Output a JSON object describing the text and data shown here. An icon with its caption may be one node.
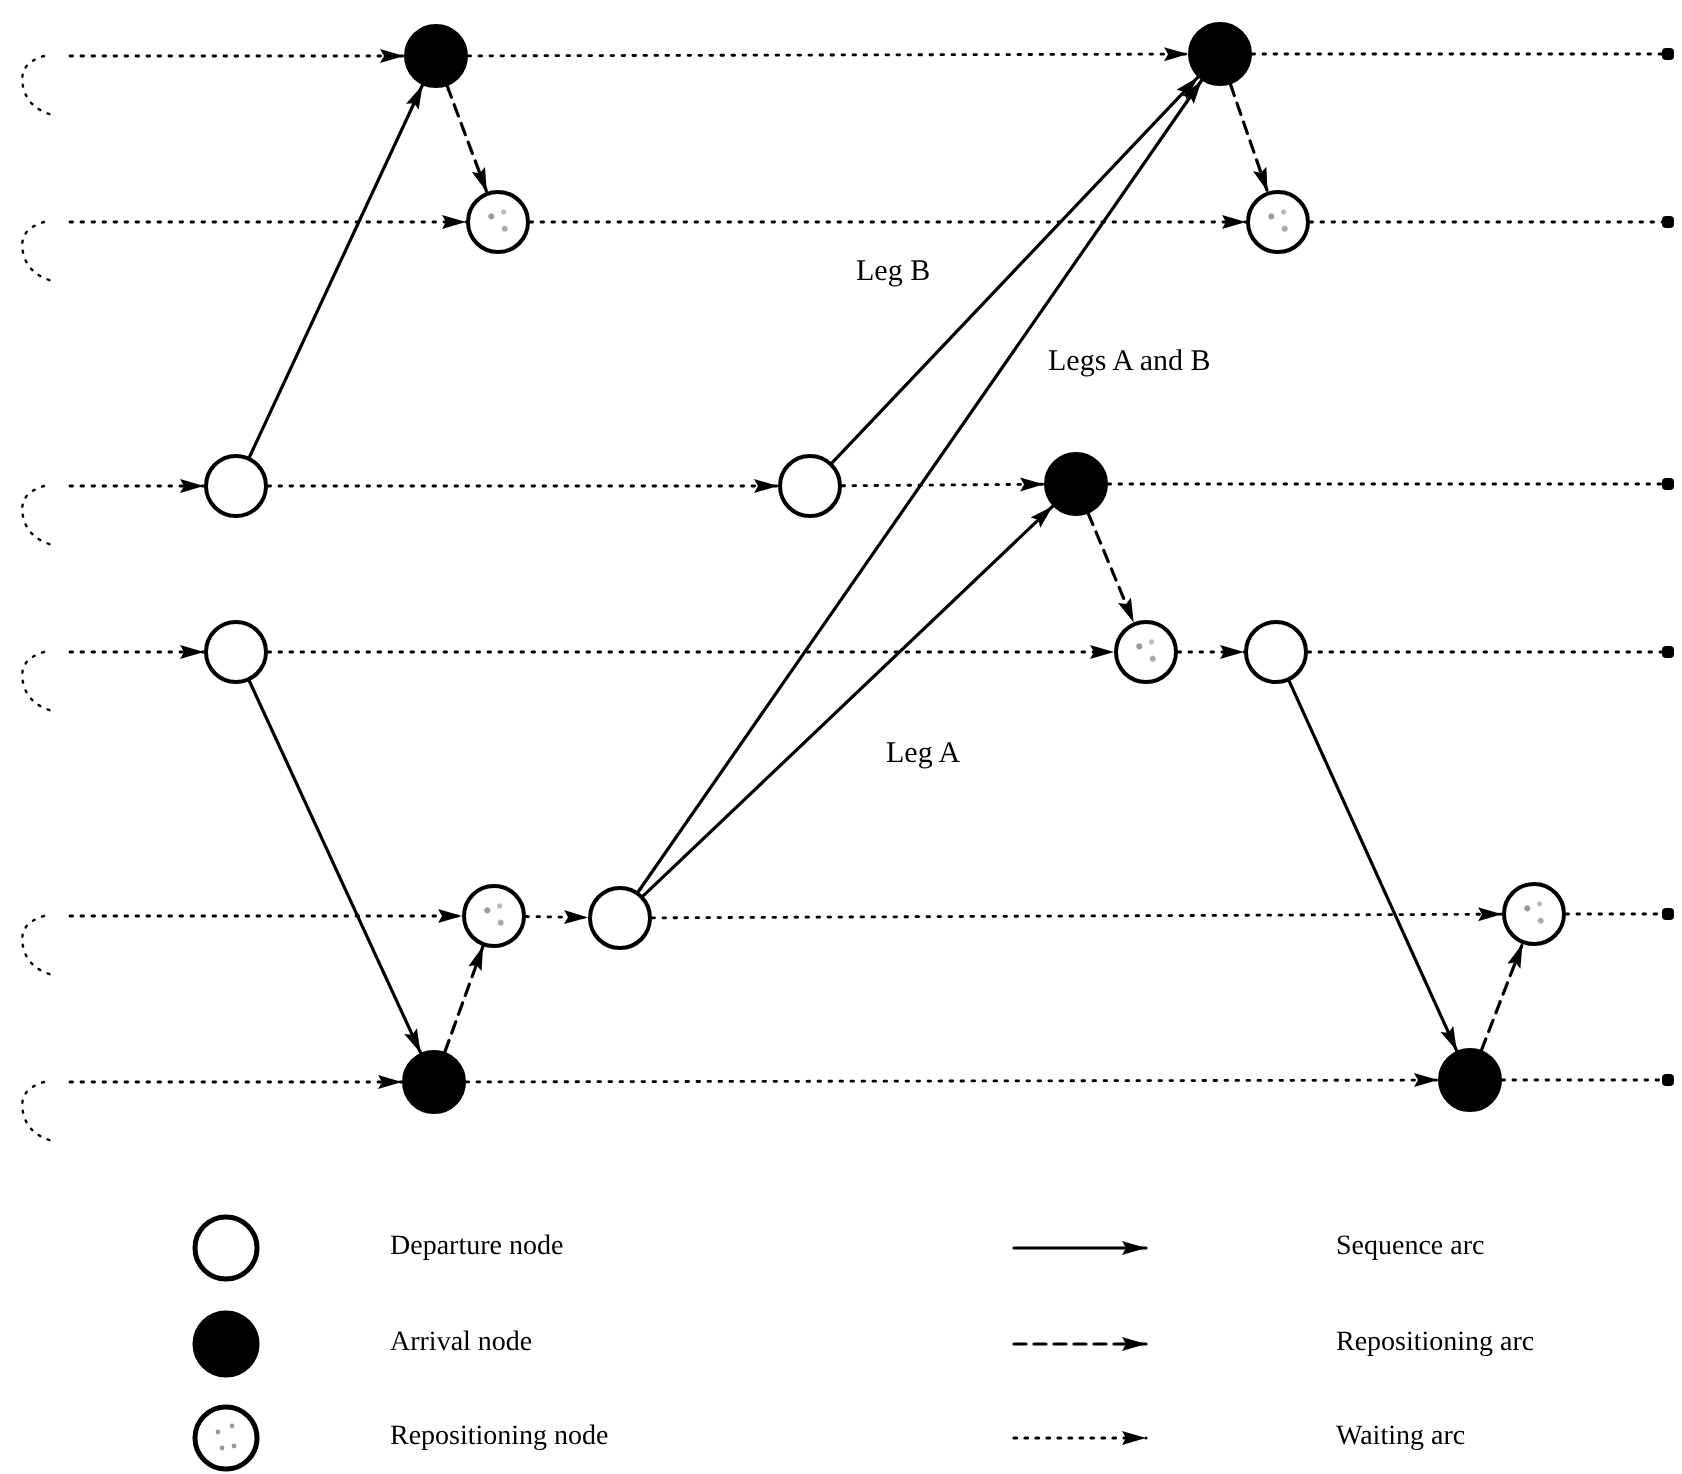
{
  "diagram": {
    "nodes": [
      {
        "text": [],
        "shape": "disc"
      },
      {
        "text": [],
        "shape": "disc"
      },
      {
        "text": [],
        "shape": "stippled"
      },
      {
        "text": [],
        "shape": "stippled"
      },
      {
        "text": [],
        "shape": "circle"
      },
      {
        "text": [],
        "shape": "circle"
      },
      {
        "text": [],
        "shape": "disc"
      },
      {
        "text": [],
        "shape": "circle"
      },
      {
        "text": [],
        "shape": "stippled"
      },
      {
        "text": [],
        "shape": "circle"
      },
      {
        "text": [],
        "shape": "stippled"
      },
      {
        "text": [],
        "shape": "circle"
      },
      {
        "text": [],
        "shape": "stippled"
      },
      {
        "text": [],
        "shape": "disc"
      },
      {
        "text": [],
        "shape": "disc"
      }
    ],
    "edges": [
      {
        "from": 4,
        "to": 0,
        "arrow": "to"
      },
      {
        "from": 5,
        "to": 1,
        "arrow": "to",
        "label": "Leg B"
      },
      {
        "from": 11,
        "to": 1,
        "arrow": "to",
        "label": "Legs A and B"
      },
      {
        "from": 11,
        "to": 6,
        "arrow": "to",
        "label": "Leg A"
      },
      {
        "from": 7,
        "to": 13,
        "arrow": "to"
      },
      {
        "from": 9,
        "to": 14,
        "arrow": "to"
      },
      {
        "from": 0,
        "to": 2,
        "arrow": "to",
        "style": "dashed"
      },
      {
        "from": 1,
        "to": 3,
        "arrow": "to",
        "style": "dashed"
      },
      {
        "from": 6,
        "to": 8,
        "arrow": "to",
        "style": "dashed"
      },
      {
        "from": 13,
        "to": 10,
        "arrow": "to",
        "style": "dashed"
      },
      {
        "from": 14,
        "to": 12,
        "arrow": "to",
        "style": "dashed"
      },
      {
        "from": null,
        "to": 0,
        "arrow": "to",
        "style": "dashed"
      },
      {
        "from": 0,
        "to": 1,
        "arrow": "to",
        "style": "dashed"
      },
      {
        "from": 1,
        "to": null,
        "arrow": "other",
        "style": "dashed"
      },
      {
        "from": null,
        "to": 2,
        "arrow": "to",
        "style": "dashed"
      },
      {
        "from": 2,
        "to": 3,
        "arrow": "to",
        "style": "dashed"
      },
      {
        "from": 3,
        "to": null,
        "arrow": "other",
        "style": "dashed"
      },
      {
        "from": null,
        "to": 4,
        "arrow": "to",
        "style": "dashed"
      },
      {
        "from": 4,
        "to": 5,
        "arrow": "to",
        "style": "dashed"
      },
      {
        "from": 5,
        "to": 6,
        "arrow": "to",
        "style": "dashed"
      },
      {
        "from": 6,
        "to": null,
        "arrow": "other",
        "style": "dashed"
      },
      {
        "from": null,
        "to": 7,
        "arrow": "to",
        "style": "dashed"
      },
      {
        "from": 7,
        "to": 8,
        "arrow": "to",
        "style": "dashed"
      },
      {
        "from": 8,
        "to": 9,
        "arrow": "to",
        "style": "dashed"
      },
      {
        "from": 9,
        "to": null,
        "arrow": "other",
        "style": "dashed"
      },
      {
        "from": null,
        "to": 10,
        "arrow": "to",
        "style": "dashed"
      },
      {
        "from": 10,
        "to": 11,
        "arrow": "to",
        "style": "dashed"
      },
      {
        "from": 11,
        "to": 12,
        "arrow": "to",
        "style": "dashed"
      },
      {
        "from": 12,
        "to": null,
        "arrow": "other",
        "style": "dashed"
      },
      {
        "from": null,
        "to": 13,
        "arrow": "to",
        "style": "dashed"
      },
      {
        "from": 13,
        "to": 14,
        "arrow": "to",
        "style": "dashed"
      },
      {
        "from": 14,
        "to": null,
        "arrow": "other",
        "style": "dashed"
      }
    ],
    "legend": [
      {
        "text": "Departure node"
      },
      {
        "text": "Arrival node"
      },
      {
        "text": "Repositioning node"
      },
      {
        "text": "Sequence arc"
      },
      {
        "text": "Repositioning arc"
      },
      {
        "text": "Waiting arc"
      }
    ]
  }
}
